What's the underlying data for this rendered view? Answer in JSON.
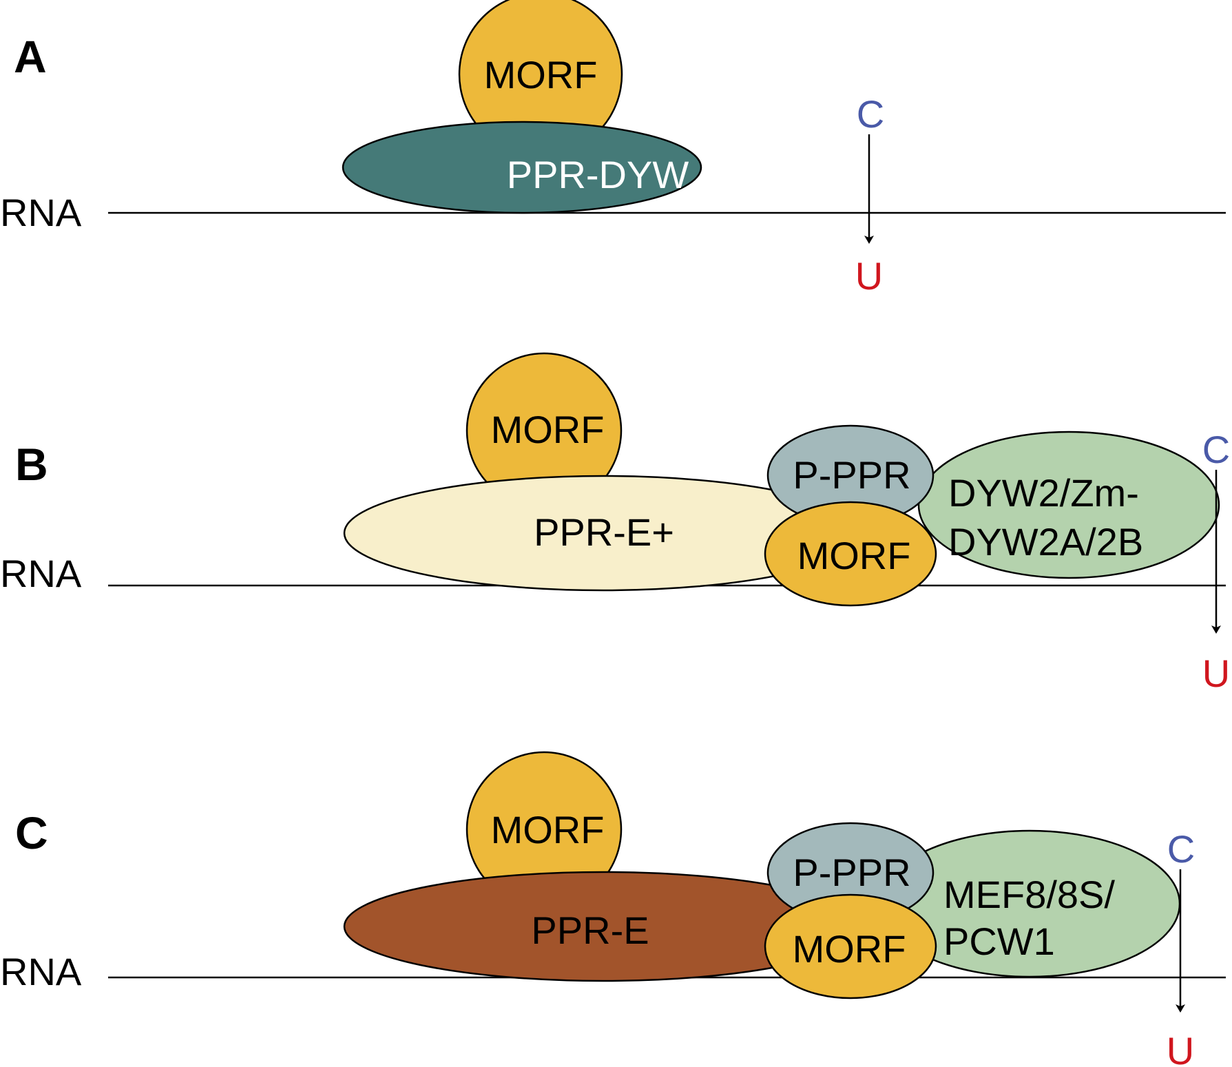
{
  "colors": {
    "morf": "#EDB93A",
    "ppr_dyw": "#457A78",
    "ppr_e_plus": "#F8EFCB",
    "ppr_e": "#A2542B",
    "p_ppr": "#A3B9BB",
    "dyw2": "#B4D2AD",
    "mef8": "#B4D2AD",
    "cytidine": "#4A5AA8",
    "uridine": "#D0161E",
    "white_text": "#FFFFFF",
    "black_text": "#000000"
  },
  "panels": {
    "a": {
      "letter": "A",
      "rna": "RNA",
      "morf": "MORF",
      "ppr": "PPR-DYW",
      "c": "C",
      "u": "U"
    },
    "b": {
      "letter": "B",
      "rna": "RNA",
      "morf_top": "MORF",
      "ppr": "PPR-E+",
      "p_ppr": "P-PPR",
      "morf_bottom": "MORF",
      "partner_line1": "DYW2/Zm-",
      "partner_line2": "DYW2A/2B",
      "c": "C",
      "u": "U"
    },
    "c": {
      "letter": "C",
      "rna": "RNA",
      "morf_top": "MORF",
      "ppr": "PPR-E",
      "p_ppr": "P-PPR",
      "morf_bottom": "MORF",
      "partner_line1": "MEF8/8S/",
      "partner_line2": "PCW1",
      "c": "C",
      "u": "U"
    }
  }
}
